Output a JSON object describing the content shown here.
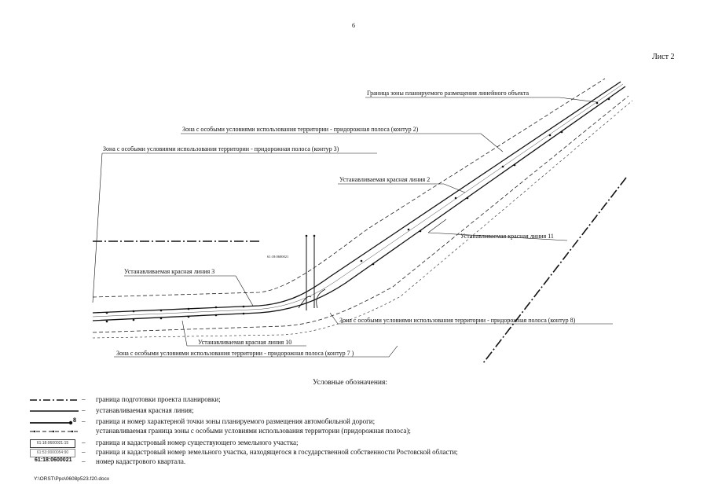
{
  "page_number": "6",
  "sheet_label": "Лист 2",
  "drawing": {
    "labels": {
      "zone_border": "Граница зоны планируемого размещения линейного объекта",
      "roadside_contour_2": "Зона с особыми условиями использования территории - придорожная полоса (контур 2)",
      "roadside_contour_3": "Зона с особыми условиями использования территории - придорожная полоса (контур 3)",
      "red_line_2": "Устанавливаемая красная линия 2",
      "red_line_11": "Устанавливаемая красная линия 11",
      "red_line_3": "Устанавливаемая красная линия 3",
      "red_line_10": "Устанавливаемая красная линия 10",
      "roadside_contour_8": "Зона с особыми условиями использования территории - придорожная полоса (контур 8)",
      "roadside_contour_7": "Зона с особыми условиями использования территории - придорожная полоса (контур 7 )",
      "cadastral_quarter": "61:18:0600021"
    }
  },
  "legend": {
    "title": "Условные обозначения:",
    "items": [
      {
        "symbol": "dash-dot-line",
        "text": "граница подготовки проекта планировки;"
      },
      {
        "symbol": "solid-line",
        "text": "устанавливаемая красная линия;"
      },
      {
        "symbol": "boundary-point-line",
        "marker": "8",
        "text": "граница и номер характерной точки зоны планируемого размещения автомобильной дороги;"
      },
      {
        "symbol": "dashed-dot-line",
        "text": "устанавливаемая граница зоны с особыми условиями использования территории (придорожная полоса);"
      },
      {
        "symbol": "cadastral-box",
        "sample": "61:18:0600021:15",
        "text": "граница и кадастровый номер существующего земельного участка;"
      },
      {
        "symbol": "cadastral-box-state",
        "sample": "61:53:0000054:90",
        "text": "граница и кадастровый номер земельного участка, находящегося в государственной собственности Ростовской области;"
      },
      {
        "symbol": "quarter-code",
        "sample": "61:18:0600021",
        "text": "номер кадастрового квартала."
      }
    ]
  },
  "file_path": "Y:\\ORST\\Ppo\\0608p523.f20.docx"
}
